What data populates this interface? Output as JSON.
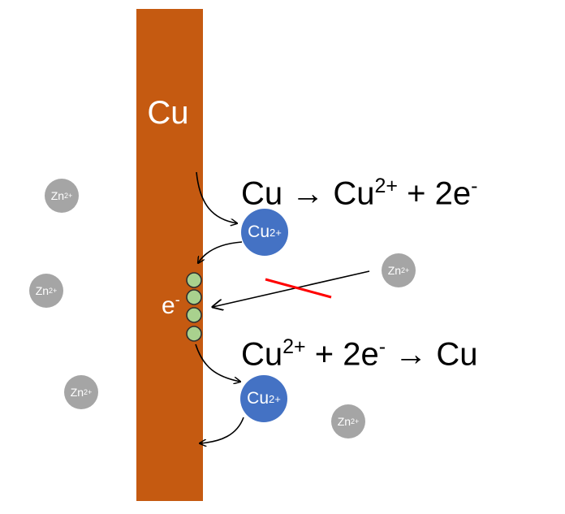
{
  "colors": {
    "copper": "#c55a11",
    "cu_ion": "#4472c4",
    "zn_ion": "#a5a5a5",
    "electron": "#a9d18e",
    "blocked": "#ff0000",
    "text": "#000000"
  },
  "electrode": {
    "label": "Cu"
  },
  "electron_label": {
    "base": "e",
    "charge": "-"
  },
  "cu_ions": [
    {
      "base": "Cu",
      "charge": "2+"
    },
    {
      "base": "Cu",
      "charge": "2+"
    }
  ],
  "zn_ions": [
    {
      "base": "Zn",
      "charge": "2+"
    },
    {
      "base": "Zn",
      "charge": "2+"
    },
    {
      "base": "Zn",
      "charge": "2+"
    },
    {
      "base": "Zn",
      "charge": "2+"
    },
    {
      "base": "Zn",
      "charge": "2+"
    }
  ],
  "equations": {
    "oxidation": {
      "lhs": "Cu",
      "arrow": "→",
      "product": "Cu",
      "product_charge": "2+",
      "plus": "+",
      "electrons": "2e",
      "electron_charge": "-"
    },
    "reduction": {
      "reactant": "Cu",
      "reactant_charge": "2+",
      "plus": "+",
      "electrons": "2e",
      "electron_charge": "-",
      "arrow": "→",
      "rhs": "Cu"
    }
  }
}
